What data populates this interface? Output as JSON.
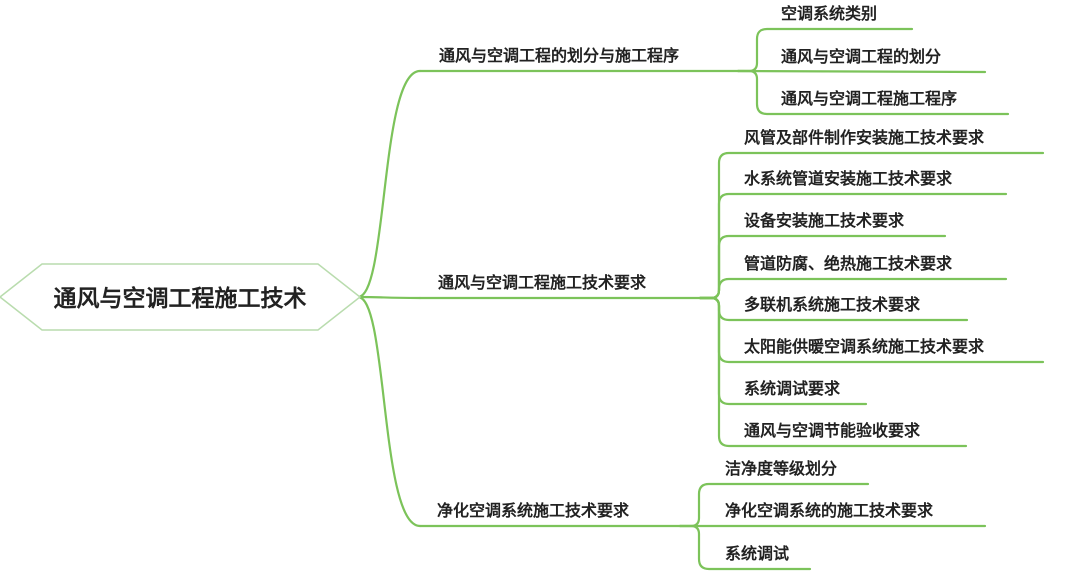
{
  "mindmap": {
    "root": {
      "label": "通风与空调工程施工技术",
      "fill": "#ffffff",
      "border": "#b9dcae"
    },
    "line_color": "#7cc35a",
    "branches": [
      {
        "label": "通风与空调工程的划分与施工程序",
        "children": [
          {
            "label": "空调系统类别"
          },
          {
            "label": "通风与空调工程的划分"
          },
          {
            "label": "通风与空调工程施工程序"
          }
        ]
      },
      {
        "label": "通风与空调工程施工技术要求",
        "children": [
          {
            "label": "风管及部件制作安装施工技术要求"
          },
          {
            "label": "水系统管道安装施工技术要求"
          },
          {
            "label": "设备安装施工技术要求"
          },
          {
            "label": "管道防腐、绝热施工技术要求"
          },
          {
            "label": "多联机系统施工技术要求"
          },
          {
            "label": "太阳能供暖空调系统施工技术要求"
          },
          {
            "label": "系统调试要求"
          },
          {
            "label": "通风与空调节能验收要求"
          }
        ]
      },
      {
        "label": "净化空调系统施工技术要求",
        "children": [
          {
            "label": "洁净度等级划分"
          },
          {
            "label": "净化空调系统的施工技术要求"
          },
          {
            "label": "系统调试"
          }
        ]
      }
    ]
  }
}
